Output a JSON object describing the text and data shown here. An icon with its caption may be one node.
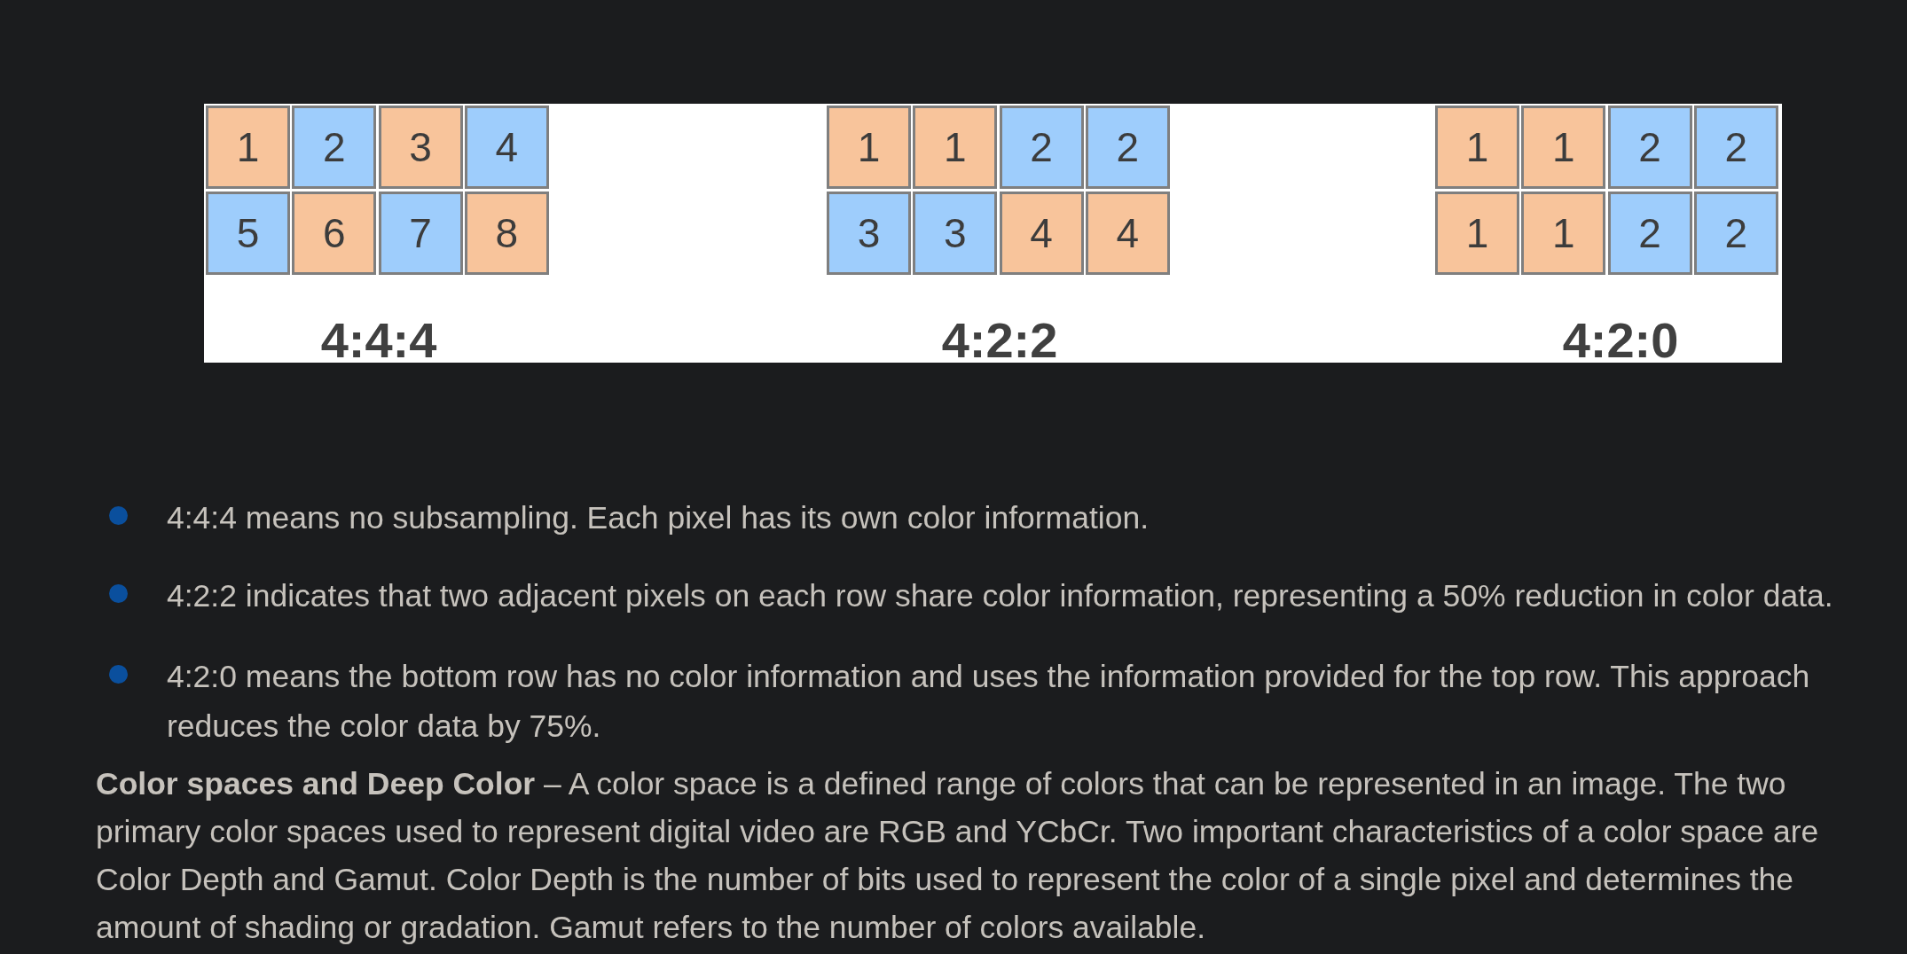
{
  "diagram": {
    "nodes": [
      {
        "text": [
          "4:4:4",
          "4:2:2",
          "4:2:0"
        ]
      },
      {
        "text": [
          "1"
        ],
        "in": 0
      },
      {
        "text": [
          "2"
        ],
        "in": 0
      },
      {
        "text": [
          "3"
        ],
        "in": 0
      },
      {
        "text": [
          "4"
        ],
        "in": 0
      },
      {
        "text": [
          "5"
        ],
        "in": 0
      },
      {
        "text": [
          "6"
        ],
        "in": 0
      },
      {
        "text": [
          "7"
        ],
        "in": 0
      },
      {
        "text": [
          "8"
        ],
        "in": 0
      },
      {
        "text": [
          "1"
        ],
        "in": 0
      },
      {
        "text": [
          "1"
        ],
        "in": 0
      },
      {
        "text": [
          "2"
        ],
        "in": 0
      },
      {
        "text": [
          "2"
        ],
        "in": 0
      },
      {
        "text": [
          "3"
        ],
        "in": 0
      },
      {
        "text": [
          "3"
        ],
        "in": 0
      },
      {
        "text": [
          "4"
        ],
        "in": 0
      },
      {
        "text": [
          "4"
        ],
        "in": 0
      },
      {
        "text": [
          "1"
        ],
        "in": 0
      },
      {
        "text": [
          "1"
        ],
        "in": 0
      },
      {
        "text": [
          "2"
        ],
        "in": 0
      },
      {
        "text": [
          "2"
        ],
        "in": 0
      },
      {
        "text": [
          "1"
        ],
        "in": 0
      },
      {
        "text": [
          "1"
        ],
        "in": 0
      },
      {
        "text": [
          "2"
        ],
        "in": 0
      },
      {
        "text": [
          "2"
        ],
        "in": 0
      }
    ],
    "labels": [
      "4:4:4 means no subsampling. Each pixel has its own color information.",
      "4:2:2 indicates that two adjacent pixels on each row share color information, representing a 50% reduction in color data.",
      "4:2:0 means the bottom row has no color information and uses the information provided for the top row. This approach reduces the color data by 75%.",
      "**Color spaces and Deep Color** – A color space is a defined range of colors that can be represented in an image. The two primary color spaces used to represent digital video are RGB and YCbCr. Two important characteristics of a color space are Color Depth and Gamut. Color Depth is the number of bits used to represent the color of a single pixel and determines the amount of shading or gradation. Gamut refers to the number of colors available."
    ]
  }
}
